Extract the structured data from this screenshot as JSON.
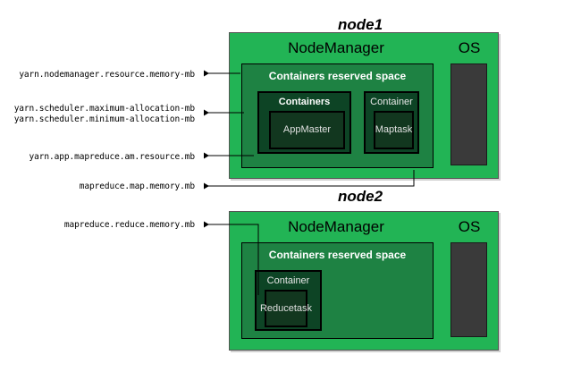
{
  "diagram": {
    "title": "YARN / MapReduce memory configuration properties",
    "colors": {
      "node_green": "#22b455",
      "reserved_green": "#1e8243",
      "container_green": "#0d4425",
      "task_green": "#12371f",
      "os_block": "#3a3a3a",
      "line": "#000000",
      "label_text": "#000000",
      "white_text": "#ffffff"
    }
  },
  "nodes": [
    {
      "id": "node1",
      "title": "node1",
      "nodemanager_label": "NodeManager",
      "os_label": "OS",
      "reserved_label": "Containers reserved space",
      "containers": [
        {
          "label": "Containers",
          "bold": true,
          "task": "AppMaster"
        },
        {
          "label": "Container",
          "bold": false,
          "task": "Map\ntask",
          "task_lines": [
            "Map",
            "task"
          ]
        }
      ]
    },
    {
      "id": "node2",
      "title": "node2",
      "nodemanager_label": "NodeManager",
      "os_label": "OS",
      "reserved_label": "Containers reserved space",
      "containers": [
        {
          "label": "Container",
          "bold": false,
          "task": "Reduce\ntask",
          "task_lines": [
            "Reduce",
            "task"
          ]
        }
      ]
    }
  ],
  "labels": {
    "nodemanager_memory": "yarn.nodemanager.resource.memory-mb",
    "scheduler_max": "yarn.scheduler.maximum-allocation-mb",
    "scheduler_min": "yarn.scheduler.minimum-allocation-mb",
    "am_resource": "yarn.app.mapreduce.am.resource.mb",
    "map_memory": "mapreduce.map.memory.mb",
    "reduce_memory": "mapreduce.reduce.memory.mb"
  }
}
